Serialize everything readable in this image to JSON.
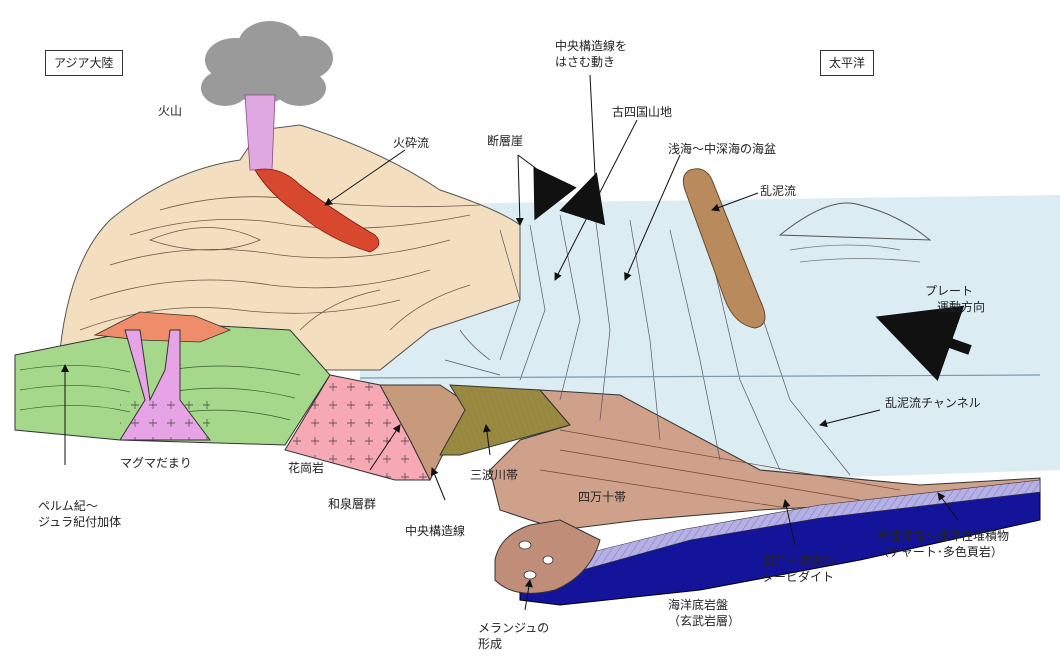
{
  "diagram": {
    "regions": {
      "asia": "アジア大陸",
      "pacific": "太平洋"
    },
    "labels": {
      "volcano": "火山",
      "pyroclastic_flow": "火砕流",
      "mtl_sandwich_line1": "中央構造線を",
      "mtl_sandwich_line2": "はさむ動き",
      "paleo_shikoku": "古四国山地",
      "fault_scarp": "断層崖",
      "shallow_basin": "浅海～中深海の海盆",
      "mudflow": "乱泥流",
      "plate_line1": "プレート",
      "plate_line2": "運動方向",
      "turbidity_channel": "乱泥流チャンネル",
      "magma_chamber": "マグマだまり",
      "permian_line1": "ペルム紀～",
      "permian_line2": "ジュラ紀付加体",
      "granite": "花崗岩",
      "izumi": "和泉層群",
      "mtl": "中央構造線",
      "sanbagawa": "三波川帯",
      "shimanto": "四万十帯",
      "pelagic_line1": "半遠洋性～遠洋性堆積物",
      "pelagic_line2": "（チャート･多色頁岩）",
      "trench_line1": "四万十海溝の",
      "trench_line2": "タービダイト",
      "oceanic_line1": "海洋底岩盤",
      "oceanic_line2": "（玄武岩層）",
      "melange_line1": "メランジュの",
      "melange_line2": "形成"
    },
    "colors": {
      "sky_sea": "#dcecf3",
      "land_tan": "#f3dfc0",
      "ash": "#9a9a9a",
      "conduit": "#e0a8e0",
      "lava": "#d8482e",
      "green_accretion": "#a6d88c",
      "magma": "#e6a3e6",
      "orange_top": "#ef8c6a",
      "granite": "#f6a8b4",
      "izumi": "#c89a7c",
      "sanbagawa": "#9a8a40",
      "shimanto": "#cfa08a",
      "turbidite": "#c08e78",
      "oceanic": "#14149a",
      "pelagic": "#b6b0e8",
      "mud": "#b98a5c",
      "arrow": "#111111"
    }
  }
}
